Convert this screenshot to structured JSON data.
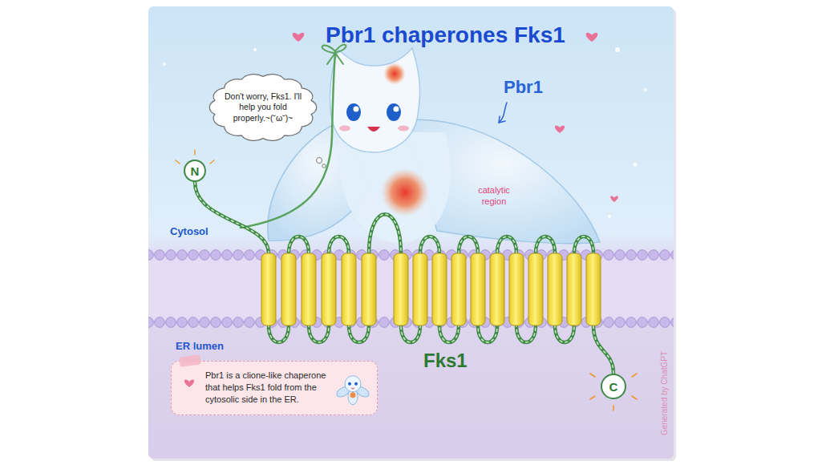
{
  "diagram": {
    "title": "Pbr1 chaperones Fks1",
    "nodes": [
      {
        "text": [
          "Don't worry, Fks1. I'll help you fold properly.~(˘ω˘)~"
        ]
      },
      {
        "text": [
          "N"
        ]
      },
      {
        "text": [
          "Pbr1 is a clione-like chaperone that helps Fks1 fold from the cytosolic side in the ER."
        ]
      },
      {
        "text": [
          "C"
        ]
      }
    ],
    "edges": [
      {
        "from": 1,
        "to": 3,
        "arrow": "none"
      }
    ],
    "labels": [
      "Pbr1",
      "catalytic region",
      "Cytosol",
      "ER lumen",
      "Fks1",
      "Generated by ChatGPT"
    ]
  }
}
